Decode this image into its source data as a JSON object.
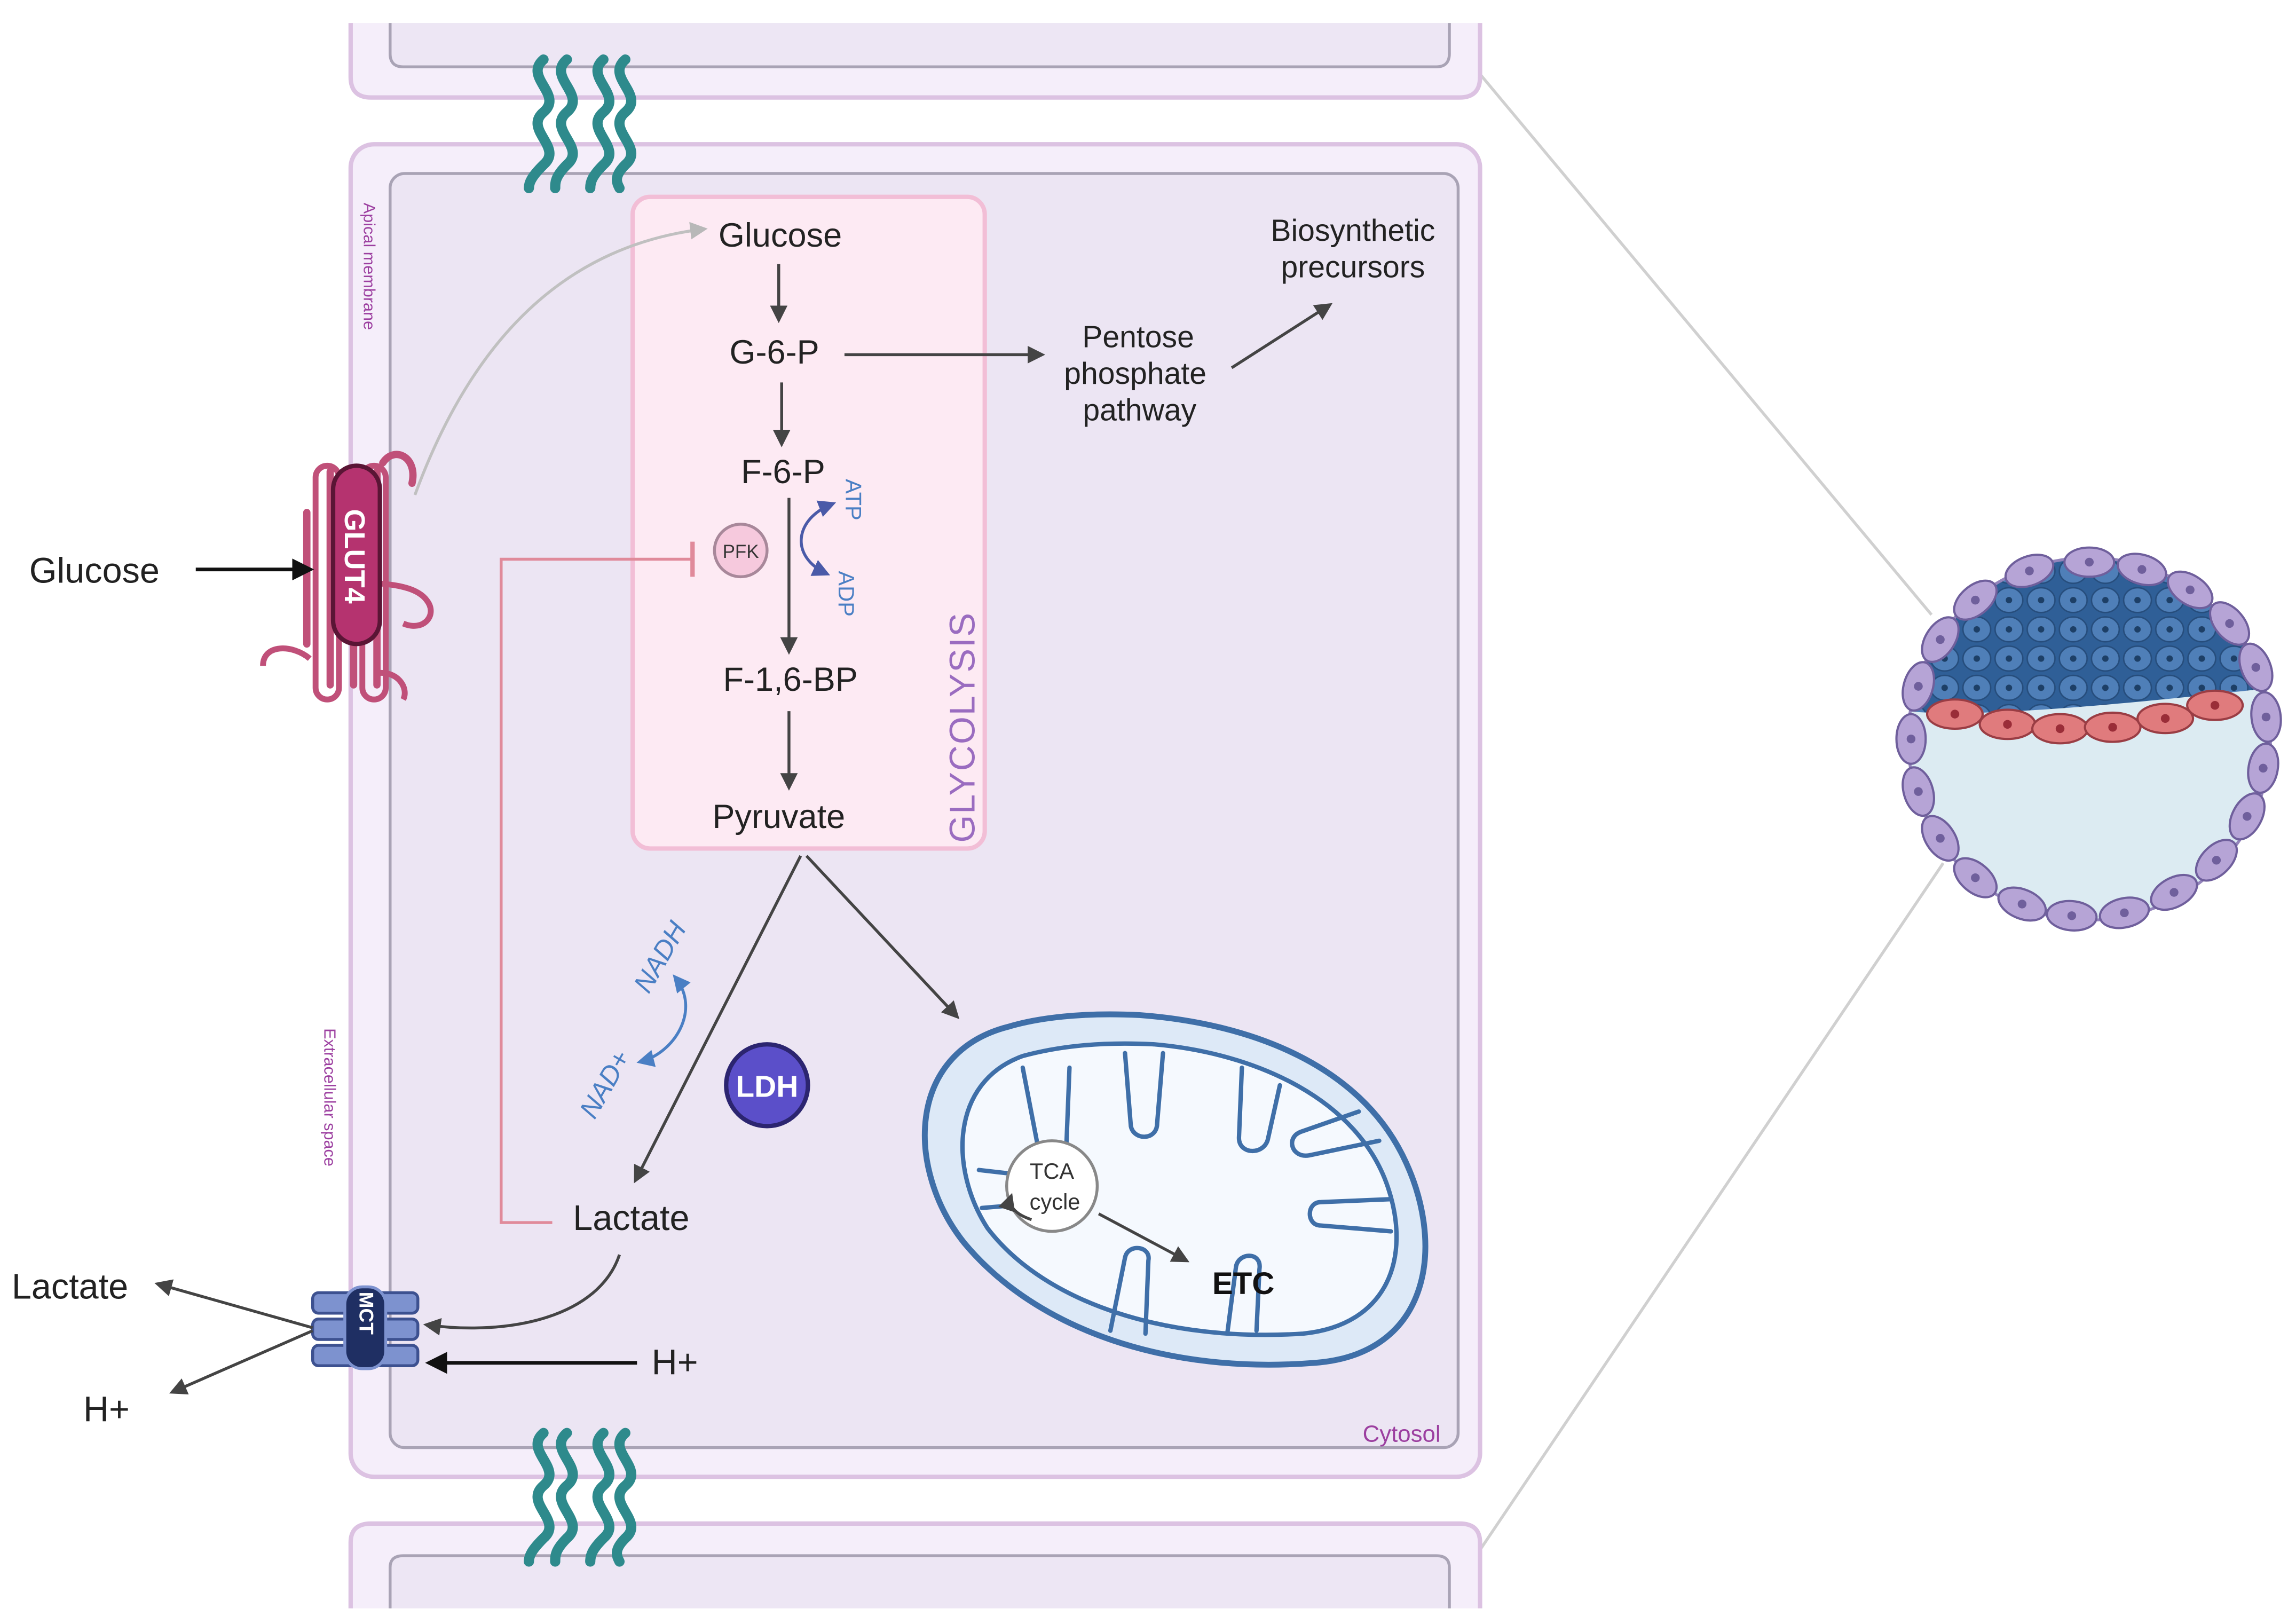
{
  "labels": {
    "glucose_in": "Glucose",
    "glucose": "Glucose",
    "g6p": "G-6-P",
    "f6p": "F-6-P",
    "f16bp": "F-1,6-BP",
    "pyruvate": "Pyruvate",
    "lactate": "Lactate",
    "lactate_out": "Lactate",
    "h_out": "H+",
    "h_in": "H+",
    "pentose_1": "Pentose",
    "pentose_2": "phosphate",
    "pentose_3": "pathway",
    "bio_1": "Biosynthetic",
    "bio_2": "precursors",
    "glycolysis": "GLYCOLYSIS",
    "pfk": "PFK",
    "atp": "ATP",
    "adp": "ADP",
    "nadh": "NADH",
    "nadplus": "NAD+",
    "ldh": "LDH",
    "tca_1": "TCA",
    "tca_2": "cycle",
    "etc": "ETC",
    "glut4": "GLUT4",
    "mct": "MCT",
    "apical": "Apical membrane",
    "extracellular": "Extracellular space",
    "cytosol": "Cytosol"
  },
  "colors": {
    "cell_membrane": "#d9b8dd",
    "cytosol_fill": "#ede6f4",
    "glycolysis_box": "#fdeaf3",
    "glycolysis_border": "#f2bed6",
    "glut4": "#b5336f",
    "mct": "#5b75b8",
    "ldh": "#5b4fc9",
    "tight_junction": "#2e8a8c",
    "mitochondrion": "#3f6fa8",
    "inhibition": "#e08a9a",
    "cofactor": "#4a7fc4",
    "blastocyst_trophectoderm": "#b6a4d6",
    "blastocyst_icm": "#3f6ea6",
    "blastocyst_hypoblast": "#e07b7d",
    "blastocoel": "#dcebf2"
  },
  "icons": [
    "tight-junction-icon",
    "glut4-transporter-icon",
    "mct-transporter-icon",
    "mitochondrion-icon",
    "blastocyst-icon"
  ]
}
